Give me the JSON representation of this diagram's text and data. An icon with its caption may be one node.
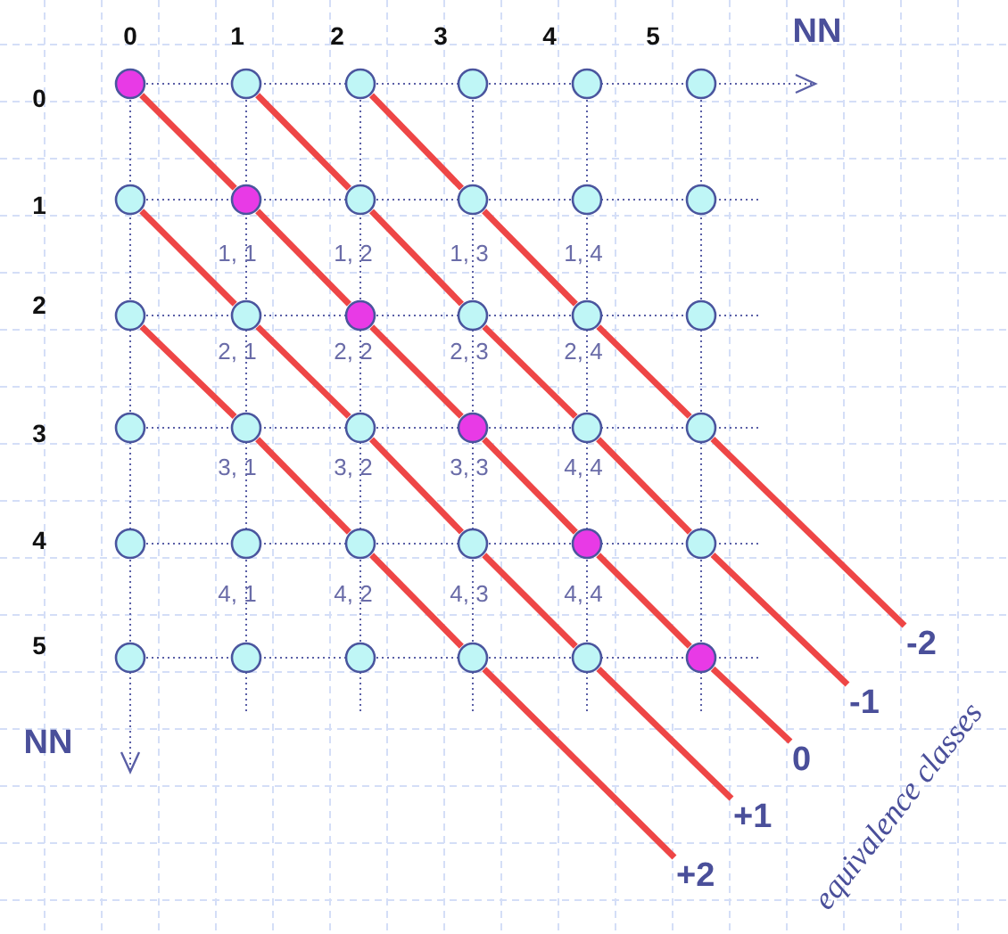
{
  "diagram": {
    "nodes": [
      {
        "text": [],
        "shape": "circle"
      },
      {
        "text": [],
        "shape": "circle"
      },
      {
        "text": [],
        "shape": "circle"
      },
      {
        "text": [],
        "shape": "circle"
      },
      {
        "text": [],
        "shape": "circle"
      },
      {
        "text": [],
        "shape": "circle"
      },
      {
        "text": [],
        "shape": "circle"
      },
      {
        "text": [],
        "shape": "circle"
      },
      {
        "text": [],
        "shape": "circle"
      },
      {
        "text": [],
        "shape": "circle"
      },
      {
        "text": [],
        "shape": "circle"
      },
      {
        "text": [],
        "shape": "circle"
      },
      {
        "text": [],
        "shape": "circle"
      },
      {
        "text": [],
        "shape": "circle"
      },
      {
        "text": [],
        "shape": "circle"
      },
      {
        "text": [],
        "shape": "circle"
      },
      {
        "text": [],
        "shape": "circle"
      },
      {
        "text": [],
        "shape": "circle"
      },
      {
        "text": [],
        "shape": "circle"
      },
      {
        "text": [],
        "shape": "circle"
      },
      {
        "text": [],
        "shape": "circle"
      },
      {
        "text": [],
        "shape": "circle"
      },
      {
        "text": [],
        "shape": "circle"
      },
      {
        "text": [],
        "shape": "circle"
      },
      {
        "text": [],
        "shape": "circle"
      },
      {
        "text": [],
        "shape": "circle"
      },
      {
        "text": [],
        "shape": "circle"
      },
      {
        "text": [],
        "shape": "circle"
      },
      {
        "text": [],
        "shape": "circle"
      },
      {
        "text": [],
        "shape": "circle"
      },
      {
        "text": [],
        "shape": "circle"
      },
      {
        "text": [],
        "shape": "circle"
      },
      {
        "text": [],
        "shape": "circle"
      },
      {
        "text": [],
        "shape": "circle"
      },
      {
        "text": [],
        "shape": "circle"
      },
      {
        "text": [],
        "shape": "circle"
      },
      {
        "text": [
          "-2"
        ]
      },
      {
        "text": [
          "-1"
        ]
      },
      {
        "text": [
          "0"
        ]
      },
      {
        "text": [
          "+1"
        ]
      },
      {
        "text": [
          "+2"
        ]
      }
    ],
    "edges": [
      {
        "from": 2,
        "to": 9,
        "arrow": "none"
      },
      {
        "from": 9,
        "to": 16,
        "arrow": "none"
      },
      {
        "from": 16,
        "to": 23,
        "arrow": "none"
      },
      {
        "from": 23,
        "to": 36,
        "arrow": "none"
      },
      {
        "from": 1,
        "to": 8,
        "arrow": "none"
      },
      {
        "from": 8,
        "to": 15,
        "arrow": "none"
      },
      {
        "from": 15,
        "to": 22,
        "arrow": "none"
      },
      {
        "from": 22,
        "to": 29,
        "arrow": "none"
      },
      {
        "from": 29,
        "to": 37,
        "arrow": "none"
      },
      {
        "from": 0,
        "to": 7,
        "arrow": "none"
      },
      {
        "from": 7,
        "to": 14,
        "arrow": "none"
      },
      {
        "from": 14,
        "to": 21,
        "arrow": "none"
      },
      {
        "from": 21,
        "to": 28,
        "arrow": "none"
      },
      {
        "from": 28,
        "to": 35,
        "arrow": "none"
      },
      {
        "from": 35,
        "to": 38,
        "arrow": "none"
      },
      {
        "from": 6,
        "to": 13,
        "arrow": "none"
      },
      {
        "from": 13,
        "to": 20,
        "arrow": "none"
      },
      {
        "from": 20,
        "to": 27,
        "arrow": "none"
      },
      {
        "from": 27,
        "to": 34,
        "arrow": "none"
      },
      {
        "from": 34,
        "to": 39,
        "arrow": "none"
      },
      {
        "from": 12,
        "to": 19,
        "arrow": "none"
      },
      {
        "from": 19,
        "to": 26,
        "arrow": "none"
      },
      {
        "from": 26,
        "to": 33,
        "arrow": "none"
      },
      {
        "from": 33,
        "to": 40,
        "arrow": "none"
      }
    ],
    "labels": [
      "0",
      "1",
      "2",
      "3",
      "4",
      "5",
      "NN",
      "0",
      "1",
      "1, 1",
      "1, 2",
      "1, 3",
      "1, 4",
      "2",
      "2, 1",
      "2, 2",
      "2, 3",
      "2, 4",
      "3",
      "3, 1",
      "3, 2",
      "3, 3",
      "4, 4",
      "4",
      "4, 1",
      "4, 2",
      "4, 3",
      "4, 4",
      "5",
      "NN",
      "equivalence classes"
    ]
  }
}
